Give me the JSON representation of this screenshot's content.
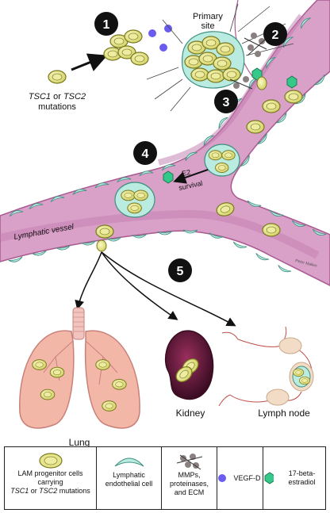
{
  "steps": [
    "1",
    "2",
    "3",
    "4",
    "5"
  ],
  "labels": {
    "mutation_gene1": "TSC1",
    "mutation_or": " or ",
    "mutation_gene2": "TSC2",
    "mutation_word": "mutations",
    "primary_line1": "Primary",
    "primary_line2": "site",
    "e2": "E2",
    "survival": "survival",
    "lymphatic_vessel": "Lymphatic vessel",
    "signature": "Peter Mallen"
  },
  "organs": {
    "lung": "Lung",
    "kidney": "Kidney",
    "lymph_node": "Lymph node"
  },
  "legend": {
    "lam_line1": "LAM progenitor cells",
    "lam_line2": "carrying",
    "lam_gene1": "TSC1",
    "lam_or": " or ",
    "lam_gene2": "TSC2",
    "lam_suffix": " mutations",
    "endo_line1": "Lymphatic",
    "endo_line2": "endothelial cell",
    "mmp_line1": "MMPs,",
    "mmp_line2": "proteinases,",
    "mmp_line3": "and ECM",
    "vegf": "VEGF-D",
    "estradiol": "17-beta-estradiol"
  },
  "colors": {
    "vessel": "#d9a0c8",
    "vessel_edge": "#a85a90",
    "endothelium": "#b9ebe1",
    "lam_cell": "#e7e58c",
    "lam_edge": "#7a7a20",
    "vegf": "#6b5cf0",
    "estradiol": "#34c98a",
    "lung": "#f3b7a8",
    "kidney": "#6b1d42"
  }
}
